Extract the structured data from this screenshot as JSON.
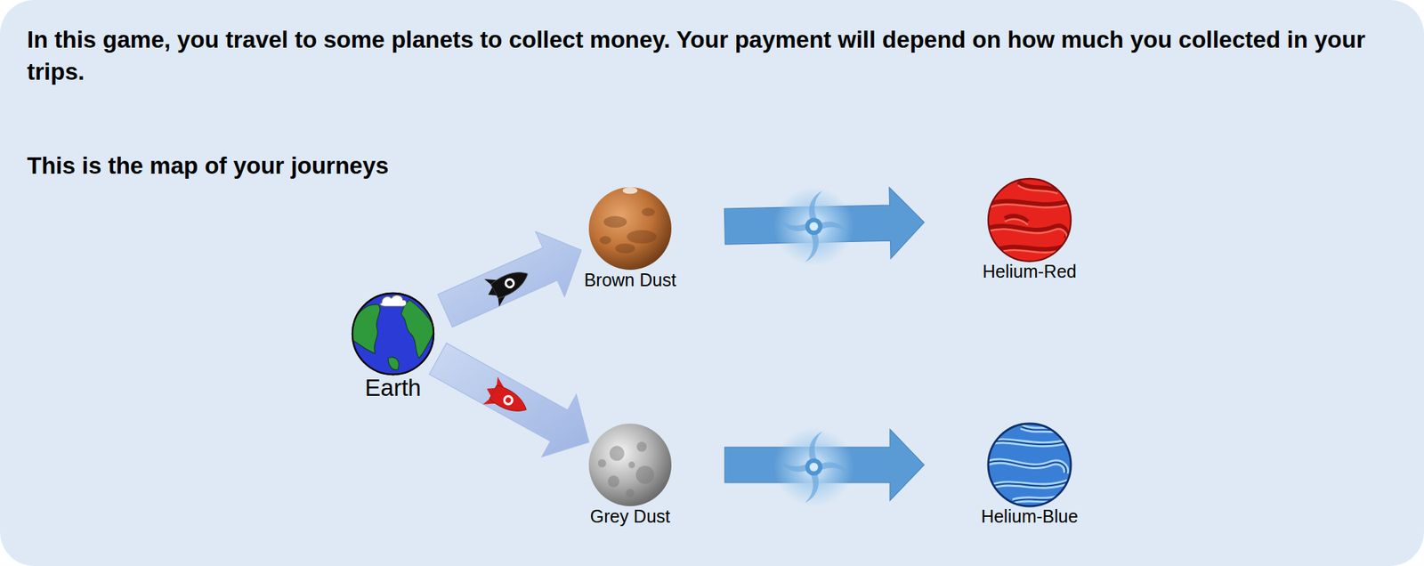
{
  "diagram": {
    "title": "In this game, you travel to some planets to collect money. Your payment will depend on how much you collected in your trips.",
    "nodes": [
      {
        "text": [
          "Earth"
        ]
      },
      {
        "text": [
          "Brown Dust"
        ]
      },
      {
        "text": [
          "Helium-Red"
        ]
      },
      {
        "text": [
          "Grey Dust"
        ]
      },
      {
        "text": [
          "Helium-Blue"
        ]
      }
    ],
    "edges": [
      {
        "from": 0,
        "to": 1,
        "arrow": "to"
      },
      {
        "from": 0,
        "to": 3,
        "arrow": "to"
      },
      {
        "from": 1,
        "to": 2,
        "arrow": "to"
      },
      {
        "from": 3,
        "to": 4,
        "arrow": "to"
      }
    ],
    "labels": [
      "This is the map of your journeys"
    ]
  }
}
